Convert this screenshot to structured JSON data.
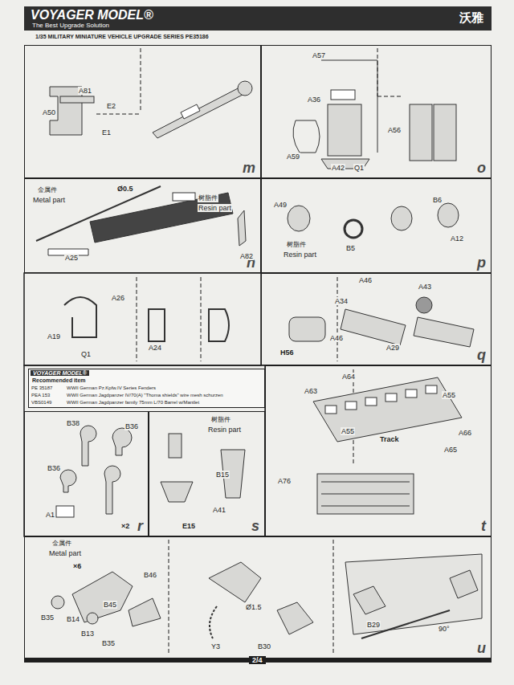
{
  "diagram": {
    "title": "1/35 MILITARY MINIATURE VEHICLE UPGRADE SERIES PE35186",
    "nodes": [
      {
        "text": [
          "VOYAGER MODEL®",
          "The Best Upgrade Solution",
          "沃雅"
        ]
      },
      {
        "text": [
          "m"
        ]
      },
      {
        "text": [
          "o"
        ]
      },
      {
        "text": [
          "n"
        ]
      },
      {
        "text": [
          "p"
        ]
      },
      {
        "text": [
          "q"
        ]
      },
      {
        "text": [
          "VOYAGER MODEL®",
          "Recommended item"
        ]
      },
      {
        "text": [
          "r"
        ]
      },
      {
        "text": [
          "s"
        ]
      },
      {
        "text": [
          "t"
        ]
      },
      {
        "text": [
          "u"
        ]
      }
    ],
    "labels": [
      "A81",
      "E2",
      "A50",
      "E1",
      "A57",
      "A36",
      "A59",
      "A56",
      "A42",
      "Q1",
      "Ø0.5",
      "树脂件",
      "Resin part",
      "金属件",
      "Metal part",
      "A25",
      "A82",
      "A49",
      "树脂件",
      "Resin part",
      "B5",
      "B6",
      "A12",
      "A26",
      "A19",
      "Q1",
      "A24",
      "A46",
      "A43",
      "A34",
      "A46",
      "A29",
      "H56",
      "PE 35187",
      "WWII German Pz.Kpfw.IV Series Fenders",
      "PEA 153",
      "WWII German Jagdpanzer IV/70(A) \"Thoma shields\" wire mesh schurzen",
      "VBS0149",
      "WWII German Jagdpanzer family 75mm L/70 Barrel w/Mantlet",
      "B38",
      "B36",
      "B36",
      "A1",
      "×2",
      "树脂件",
      "Resin part",
      "B15",
      "A41",
      "E15",
      "A64",
      "A63",
      "A55",
      "A55",
      "A66",
      "A65",
      "Track",
      "A76",
      "金属件",
      "Metal part",
      "×6",
      "B46",
      "B45",
      "B35",
      "B14",
      "B13",
      "B35",
      "Ø1.5",
      "Y3",
      "B30",
      "B29",
      "90°",
      "2/4"
    ]
  }
}
